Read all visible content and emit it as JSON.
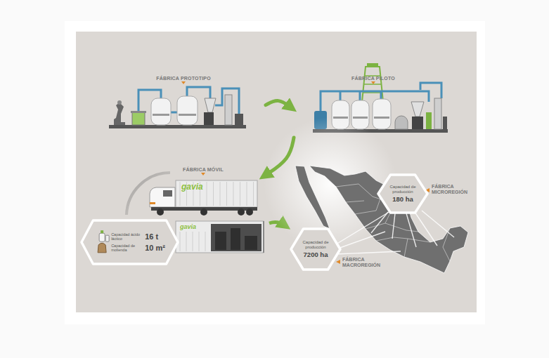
{
  "diagram": {
    "nodes": [
      {
        "text": [
          "FÁBRICA PROTOTIPO"
        ]
      },
      {
        "text": [
          "FÁBRICA PILOTO"
        ]
      },
      {
        "text": [
          "FÁBRICA MÓVIL"
        ]
      },
      {
        "text": [
          "Capacidad ácido láctico",
          "16 t",
          "Capacidad de molienda",
          "10 m²"
        ]
      },
      {
        "text": [
          "Capacidad de producción",
          "180 ha"
        ]
      },
      {
        "text": [
          "Capacidad de producción",
          "7200 ha"
        ]
      }
    ],
    "edges": [
      {
        "from": 0,
        "to": 1,
        "arrow": "to"
      },
      {
        "from": 1,
        "to": 2,
        "arrow": "to"
      }
    ],
    "labels": [
      "gavia",
      "gavia",
      "FÁBRICA MICROREGIÓN",
      "FÁBRICA MACROREGIÓN"
    ]
  }
}
